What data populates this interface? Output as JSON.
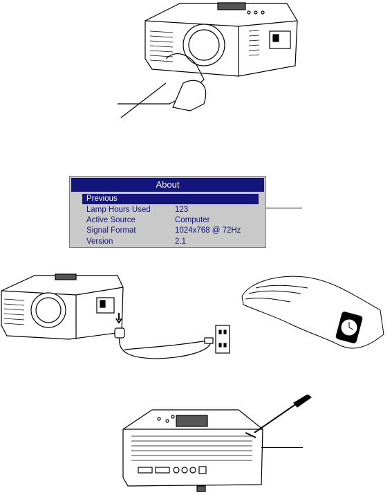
{
  "menu": {
    "title": "About",
    "rows": [
      {
        "label": "Previous",
        "value": "",
        "selected": true
      },
      {
        "label": "Lamp Hours Used",
        "value": "123",
        "selected": false
      },
      {
        "label": "Active Source",
        "value": "Computer",
        "selected": false
      },
      {
        "label": "Signal Format",
        "value": "1024x768 @ 72Hz",
        "selected": false
      },
      {
        "label": "Version",
        "value": "2.1",
        "selected": false
      }
    ]
  },
  "colors": {
    "menu_bar": "#14157a",
    "menu_bg": "#c9c9c9"
  }
}
